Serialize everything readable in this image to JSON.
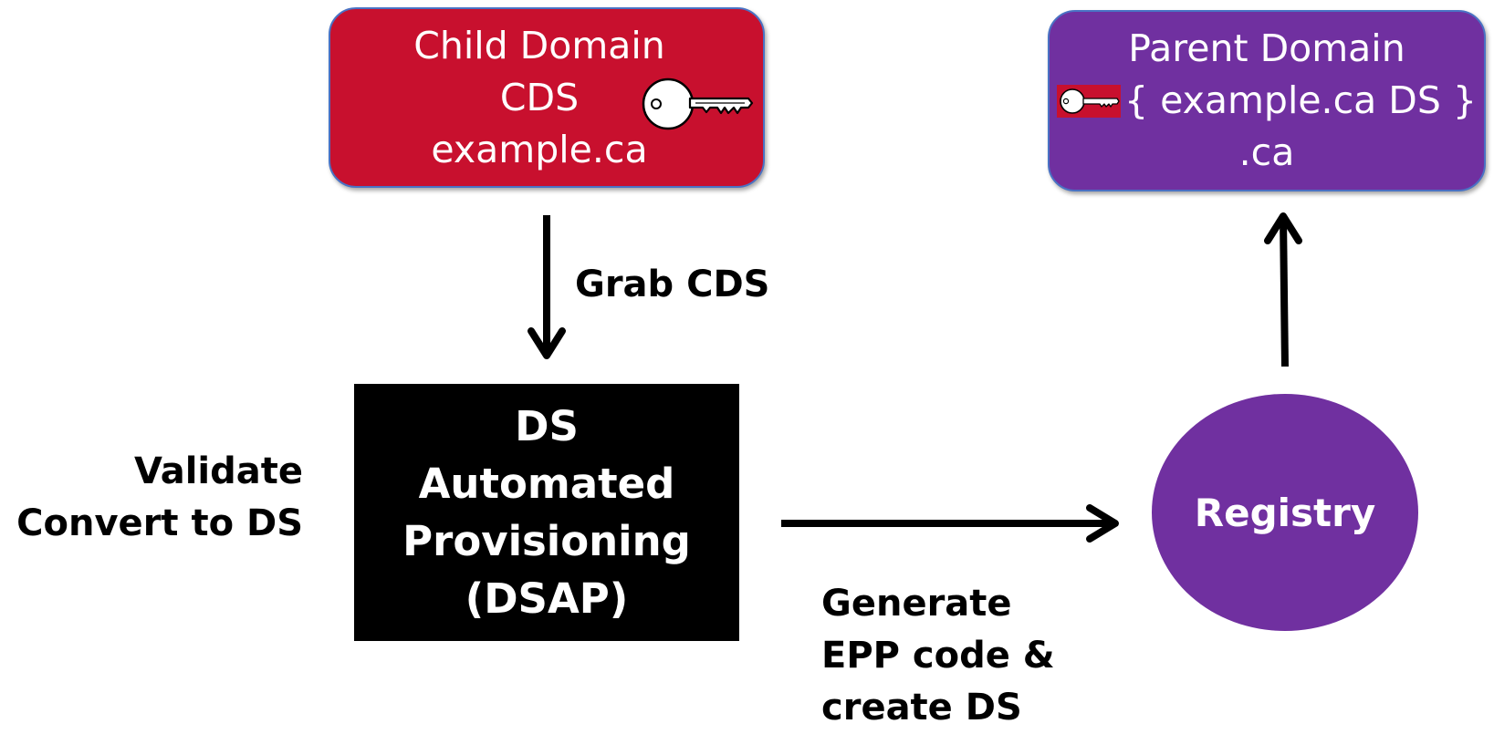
{
  "child_domain": {
    "line1": "Child Domain",
    "line2": "CDS",
    "line3": "example.ca",
    "color": "#c8102e"
  },
  "parent_domain": {
    "line1": "Parent Domain",
    "line2": "{ example.ca DS }",
    "line3": ".ca",
    "color": "#7030a0"
  },
  "dsap": {
    "line1": "DS",
    "line2": "Automated",
    "line3": "Provisioning",
    "line4": "(DSAP)"
  },
  "registry": {
    "label": "Registry",
    "color": "#7030a0"
  },
  "labels": {
    "grab": "Grab CDS",
    "validate_line1": "Validate",
    "validate_line2": "Convert to DS",
    "generate_line1": "Generate",
    "generate_line2": "EPP code &",
    "generate_line3": "create DS"
  },
  "icons": {
    "child_key": "key-icon",
    "parent_key": "key-icon"
  }
}
